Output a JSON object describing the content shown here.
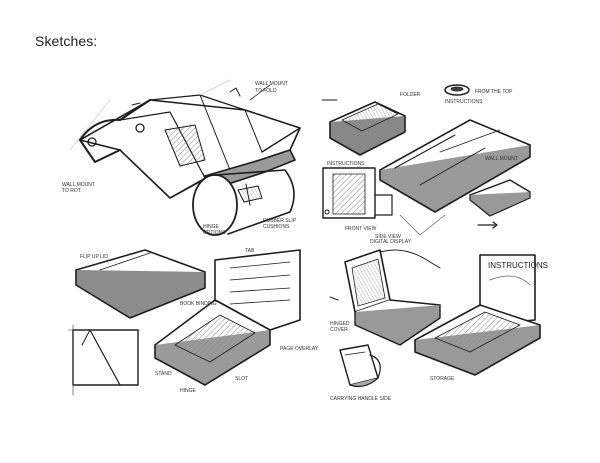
{
  "title": "Sketches:",
  "colors": {
    "ink": "#1e1e1e",
    "shade": "#7a7a7a",
    "light": "#bdbdbd",
    "paper": "#ffffff"
  },
  "panels": [
    {
      "name": "top-left",
      "labels": [
        "WALL MOUNT",
        "FOLD",
        "HINGE OPTIONS",
        "RUBBER SLIP CUSHIONS",
        "WALL MOUNT TO ROT."
      ]
    },
    {
      "name": "top-right",
      "labels": [
        "INSTRUCTIONS",
        "FOLDER",
        "WALL MOUNT",
        "FRONT VIEW",
        "SIDE VIEW",
        "INSTRUCTIONS"
      ]
    },
    {
      "name": "bottom-left",
      "labels": [
        "FLIP UP LID",
        "TAB",
        "BOOK BINDING",
        "PAGE OVERLAY",
        "STAND",
        "SLOT",
        "HINGE"
      ]
    },
    {
      "name": "bottom-right",
      "labels": [
        "INSTRUCTIONS",
        "DIGITAL DISPLAY",
        "HINGED COVER",
        "CARRYING HANDLE SIDE",
        "STORAGE"
      ]
    }
  ]
}
